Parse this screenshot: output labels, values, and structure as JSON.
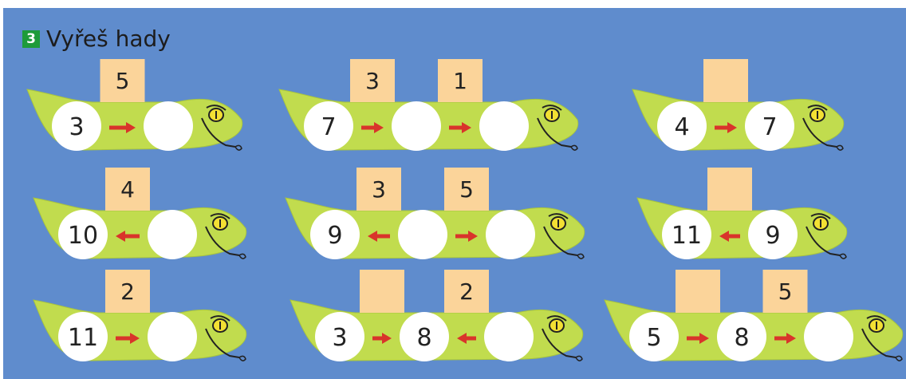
{
  "exercise": {
    "number": "3",
    "title": "Vyřeš hady"
  },
  "colors": {
    "background": "#5f8ccd",
    "snake": "#c1dc4e",
    "box": "#fbd49a",
    "arrow": "#d9342b",
    "badge": "#1e9b3a"
  },
  "snakes": [
    {
      "nodes": [
        "3",
        ""
      ],
      "boxes": [
        "5"
      ],
      "arrows": [
        "right"
      ]
    },
    {
      "nodes": [
        "7",
        "",
        ""
      ],
      "boxes": [
        "3",
        "1"
      ],
      "arrows": [
        "right",
        "right"
      ]
    },
    {
      "nodes": [
        "4",
        "7"
      ],
      "boxes": [
        ""
      ],
      "arrows": [
        "right"
      ]
    },
    {
      "nodes": [
        "10",
        ""
      ],
      "boxes": [
        "4"
      ],
      "arrows": [
        "left"
      ]
    },
    {
      "nodes": [
        "9",
        "",
        ""
      ],
      "boxes": [
        "3",
        "5"
      ],
      "arrows": [
        "left",
        "right"
      ]
    },
    {
      "nodes": [
        "11",
        "9"
      ],
      "boxes": [
        ""
      ],
      "arrows": [
        "left"
      ]
    },
    {
      "nodes": [
        "11",
        ""
      ],
      "boxes": [
        "2"
      ],
      "arrows": [
        "right"
      ]
    },
    {
      "nodes": [
        "3",
        "8",
        ""
      ],
      "boxes": [
        "",
        "2"
      ],
      "arrows": [
        "right",
        "left"
      ]
    },
    {
      "nodes": [
        "5",
        "8",
        ""
      ],
      "boxes": [
        "",
        "5"
      ],
      "arrows": [
        "right",
        "right"
      ]
    }
  ]
}
